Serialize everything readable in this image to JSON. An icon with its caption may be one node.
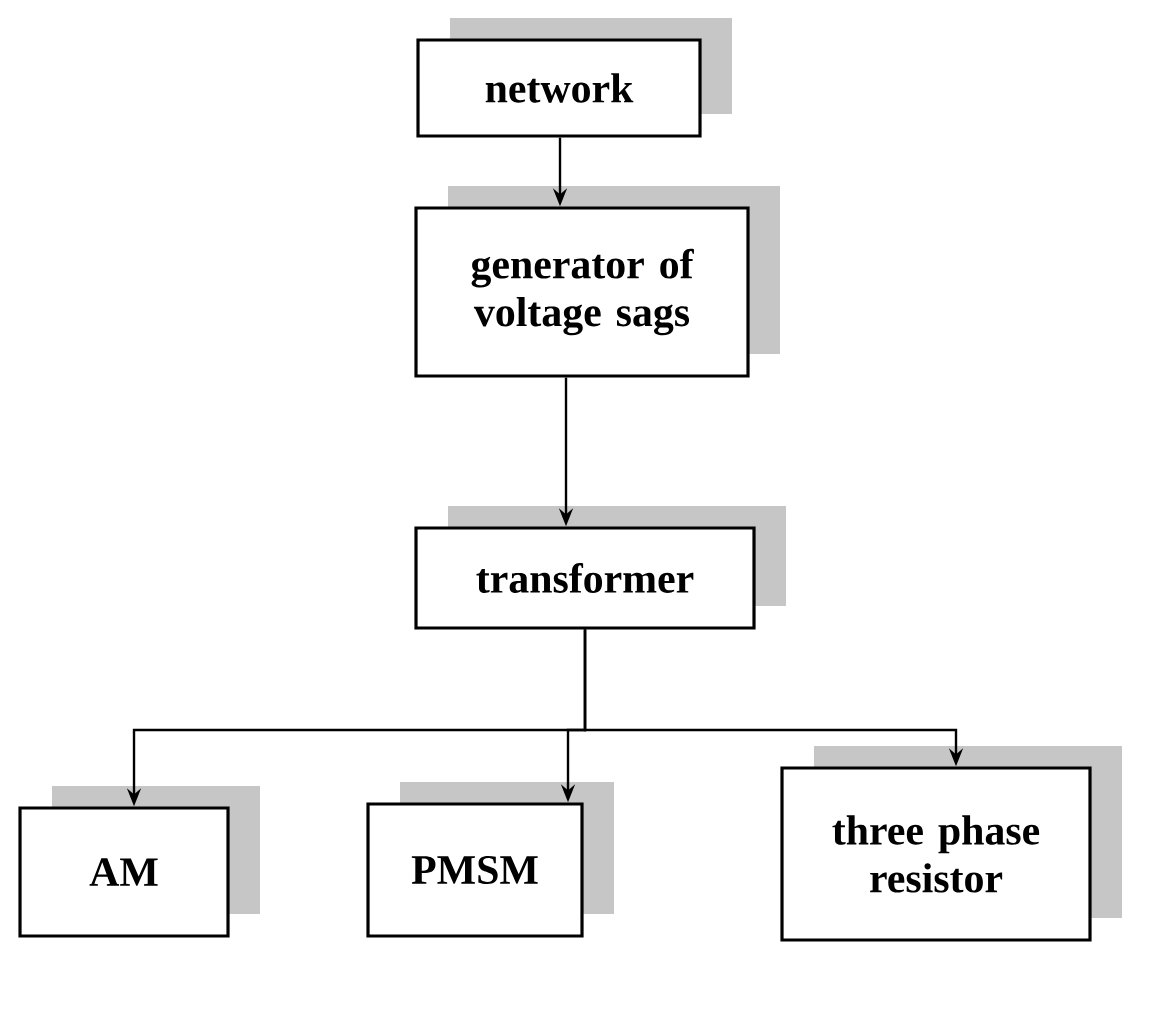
{
  "diagram": {
    "nodes": [
      {
        "text": [
          "network"
        ]
      },
      {
        "text": [
          "generator of voltage sags"
        ]
      },
      {
        "text": [
          "transformer"
        ]
      },
      {
        "text": [
          "AM"
        ]
      },
      {
        "text": [
          "PMSM"
        ]
      },
      {
        "text": [
          "three phase resistor"
        ]
      }
    ],
    "edges": [
      {
        "from": 0,
        "to": 1,
        "arrow": "to"
      },
      {
        "from": 1,
        "to": 2,
        "arrow": "to"
      },
      {
        "from": 2,
        "to": 3,
        "arrow": "to"
      },
      {
        "from": 2,
        "to": 4,
        "arrow": "to"
      },
      {
        "from": 2,
        "to": 5,
        "arrow": "to"
      }
    ]
  }
}
